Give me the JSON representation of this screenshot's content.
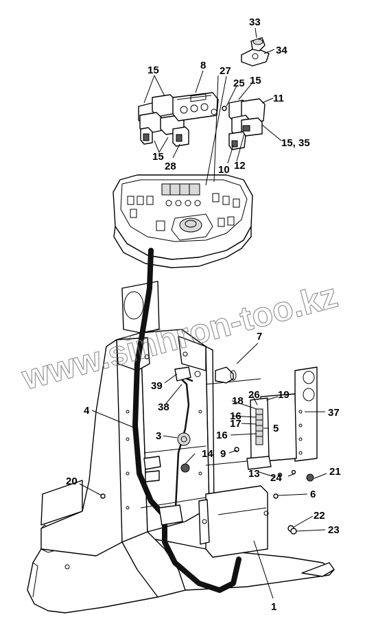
{
  "watermark": "www.sinhron-too.kz",
  "callouts": [
    "33",
    "34",
    "15",
    "8",
    "27",
    "25",
    "15",
    "11",
    "15, 35",
    "28",
    "15",
    "10",
    "12",
    "7",
    "39",
    "38",
    "26",
    "19",
    "18",
    "16",
    "17",
    "16",
    "5",
    "37",
    "4",
    "3",
    "14",
    "9",
    "13",
    "24",
    "21",
    "20",
    "6",
    "22",
    "23",
    "1"
  ]
}
